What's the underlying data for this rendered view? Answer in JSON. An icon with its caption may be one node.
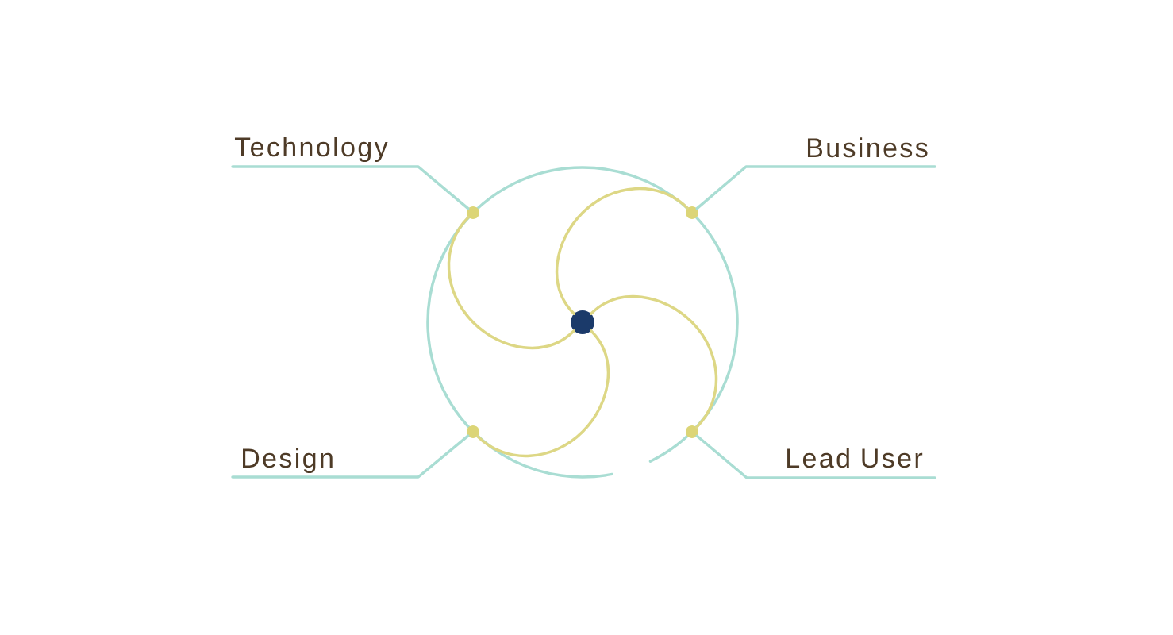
{
  "diagram": {
    "nodes": [
      {
        "text": [
          "Technology"
        ]
      },
      {
        "text": [
          "Business"
        ]
      },
      {
        "text": [
          "Design"
        ]
      },
      {
        "text": [
          "Lead User"
        ]
      },
      {
        "text": [],
        "shape": "circle"
      },
      {
        "text": [],
        "shape": "circle"
      },
      {
        "text": [],
        "shape": "circle"
      },
      {
        "text": [],
        "shape": "circle"
      },
      {
        "text": [],
        "shape": "circle"
      }
    ],
    "edges": [
      {
        "from": 0,
        "to": 4,
        "arrow": "none",
        "color": "#a9ddd3"
      },
      {
        "from": 1,
        "to": 5,
        "arrow": "none",
        "color": "#a9ddd3"
      },
      {
        "from": 2,
        "to": 6,
        "arrow": "none",
        "color": "#a9ddd3"
      },
      {
        "from": 3,
        "to": 7,
        "arrow": "none",
        "color": "#a9ddd3"
      },
      {
        "from": 8,
        "to": 4,
        "arrow": "none",
        "color": "#ddd785"
      },
      {
        "from": 8,
        "to": 5,
        "arrow": "none",
        "color": "#ddd785"
      },
      {
        "from": 8,
        "to": 6,
        "arrow": "none",
        "color": "#ddd785"
      },
      {
        "from": 8,
        "to": 7,
        "arrow": "none",
        "color": "#ddd785"
      }
    ]
  }
}
